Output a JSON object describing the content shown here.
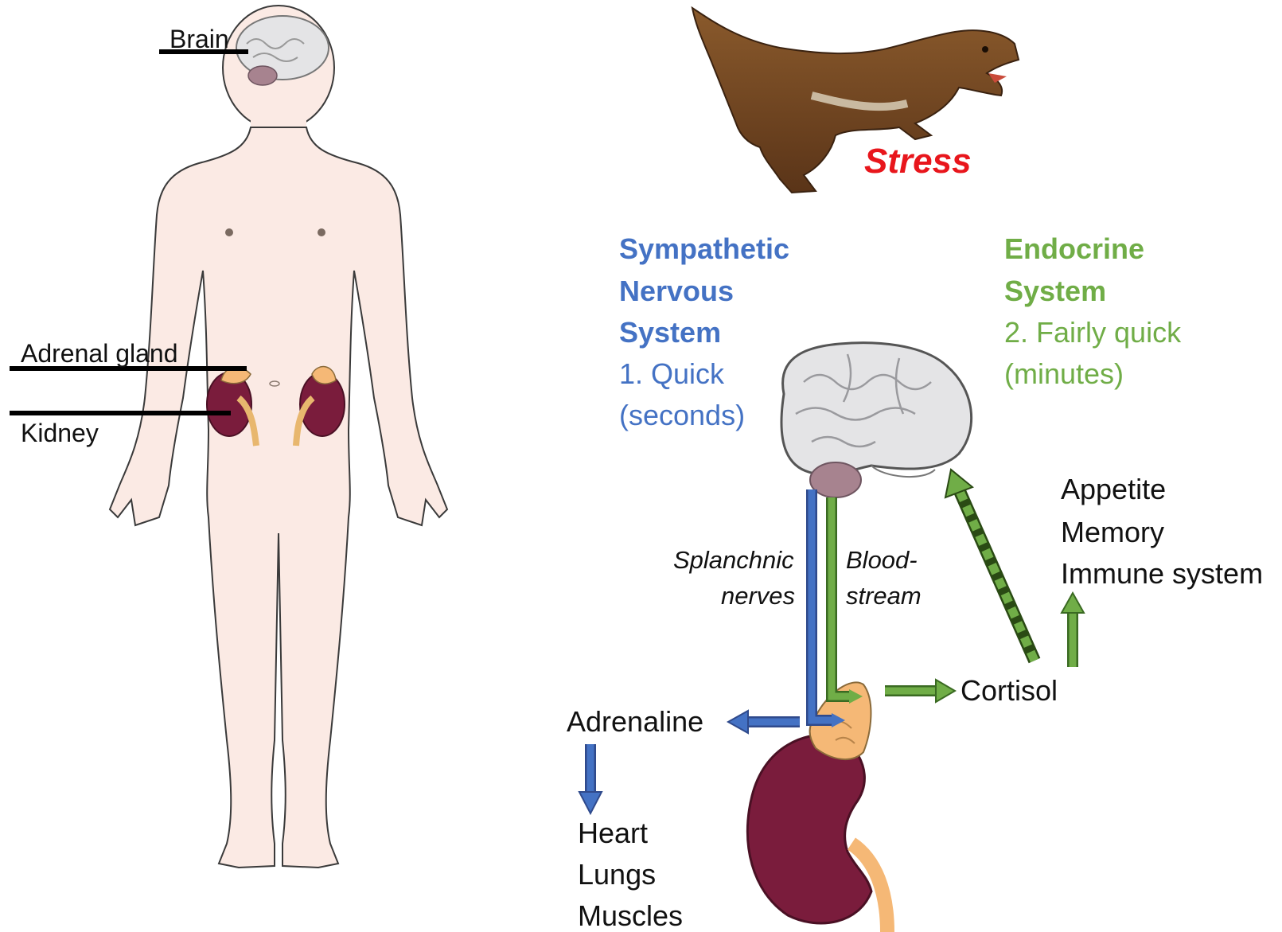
{
  "body_labels": {
    "brain": "Brain",
    "adrenal_gland": "Adrenal gland",
    "kidney": "Kidney"
  },
  "stress": "Stress",
  "sympathetic": {
    "line1": "Sympathetic",
    "line2": "Nervous",
    "line3": "System",
    "speed1": "1. Quick",
    "speed2": "(seconds)"
  },
  "endocrine": {
    "line1": "Endocrine",
    "line2": "System",
    "speed1": "2. Fairly quick",
    "speed2": "(minutes)"
  },
  "pathways": {
    "splanchnic1": "Splanchnic",
    "splanchnic2": "nerves",
    "blood1": "Blood-",
    "blood2": "stream"
  },
  "hormones": {
    "adrenaline": "Adrenaline",
    "cortisol": "Cortisol"
  },
  "adrenaline_targets": [
    "Heart",
    "Lungs",
    "Muscles"
  ],
  "cortisol_targets": [
    "Appetite",
    "Memory",
    "Immune system"
  ],
  "colors": {
    "sympathetic_blue": "#4472c4",
    "endocrine_green": "#70ad47",
    "stress_red": "#e8161c",
    "skin": "#fbeae4",
    "kidney": "#7a1c3c",
    "adrenal": "#f5b876",
    "brain": "#e4e4e6"
  },
  "icons": [
    "human-body-icon",
    "brain-icon",
    "kidney-icon",
    "adrenal-gland-icon",
    "dinosaur-icon"
  ]
}
